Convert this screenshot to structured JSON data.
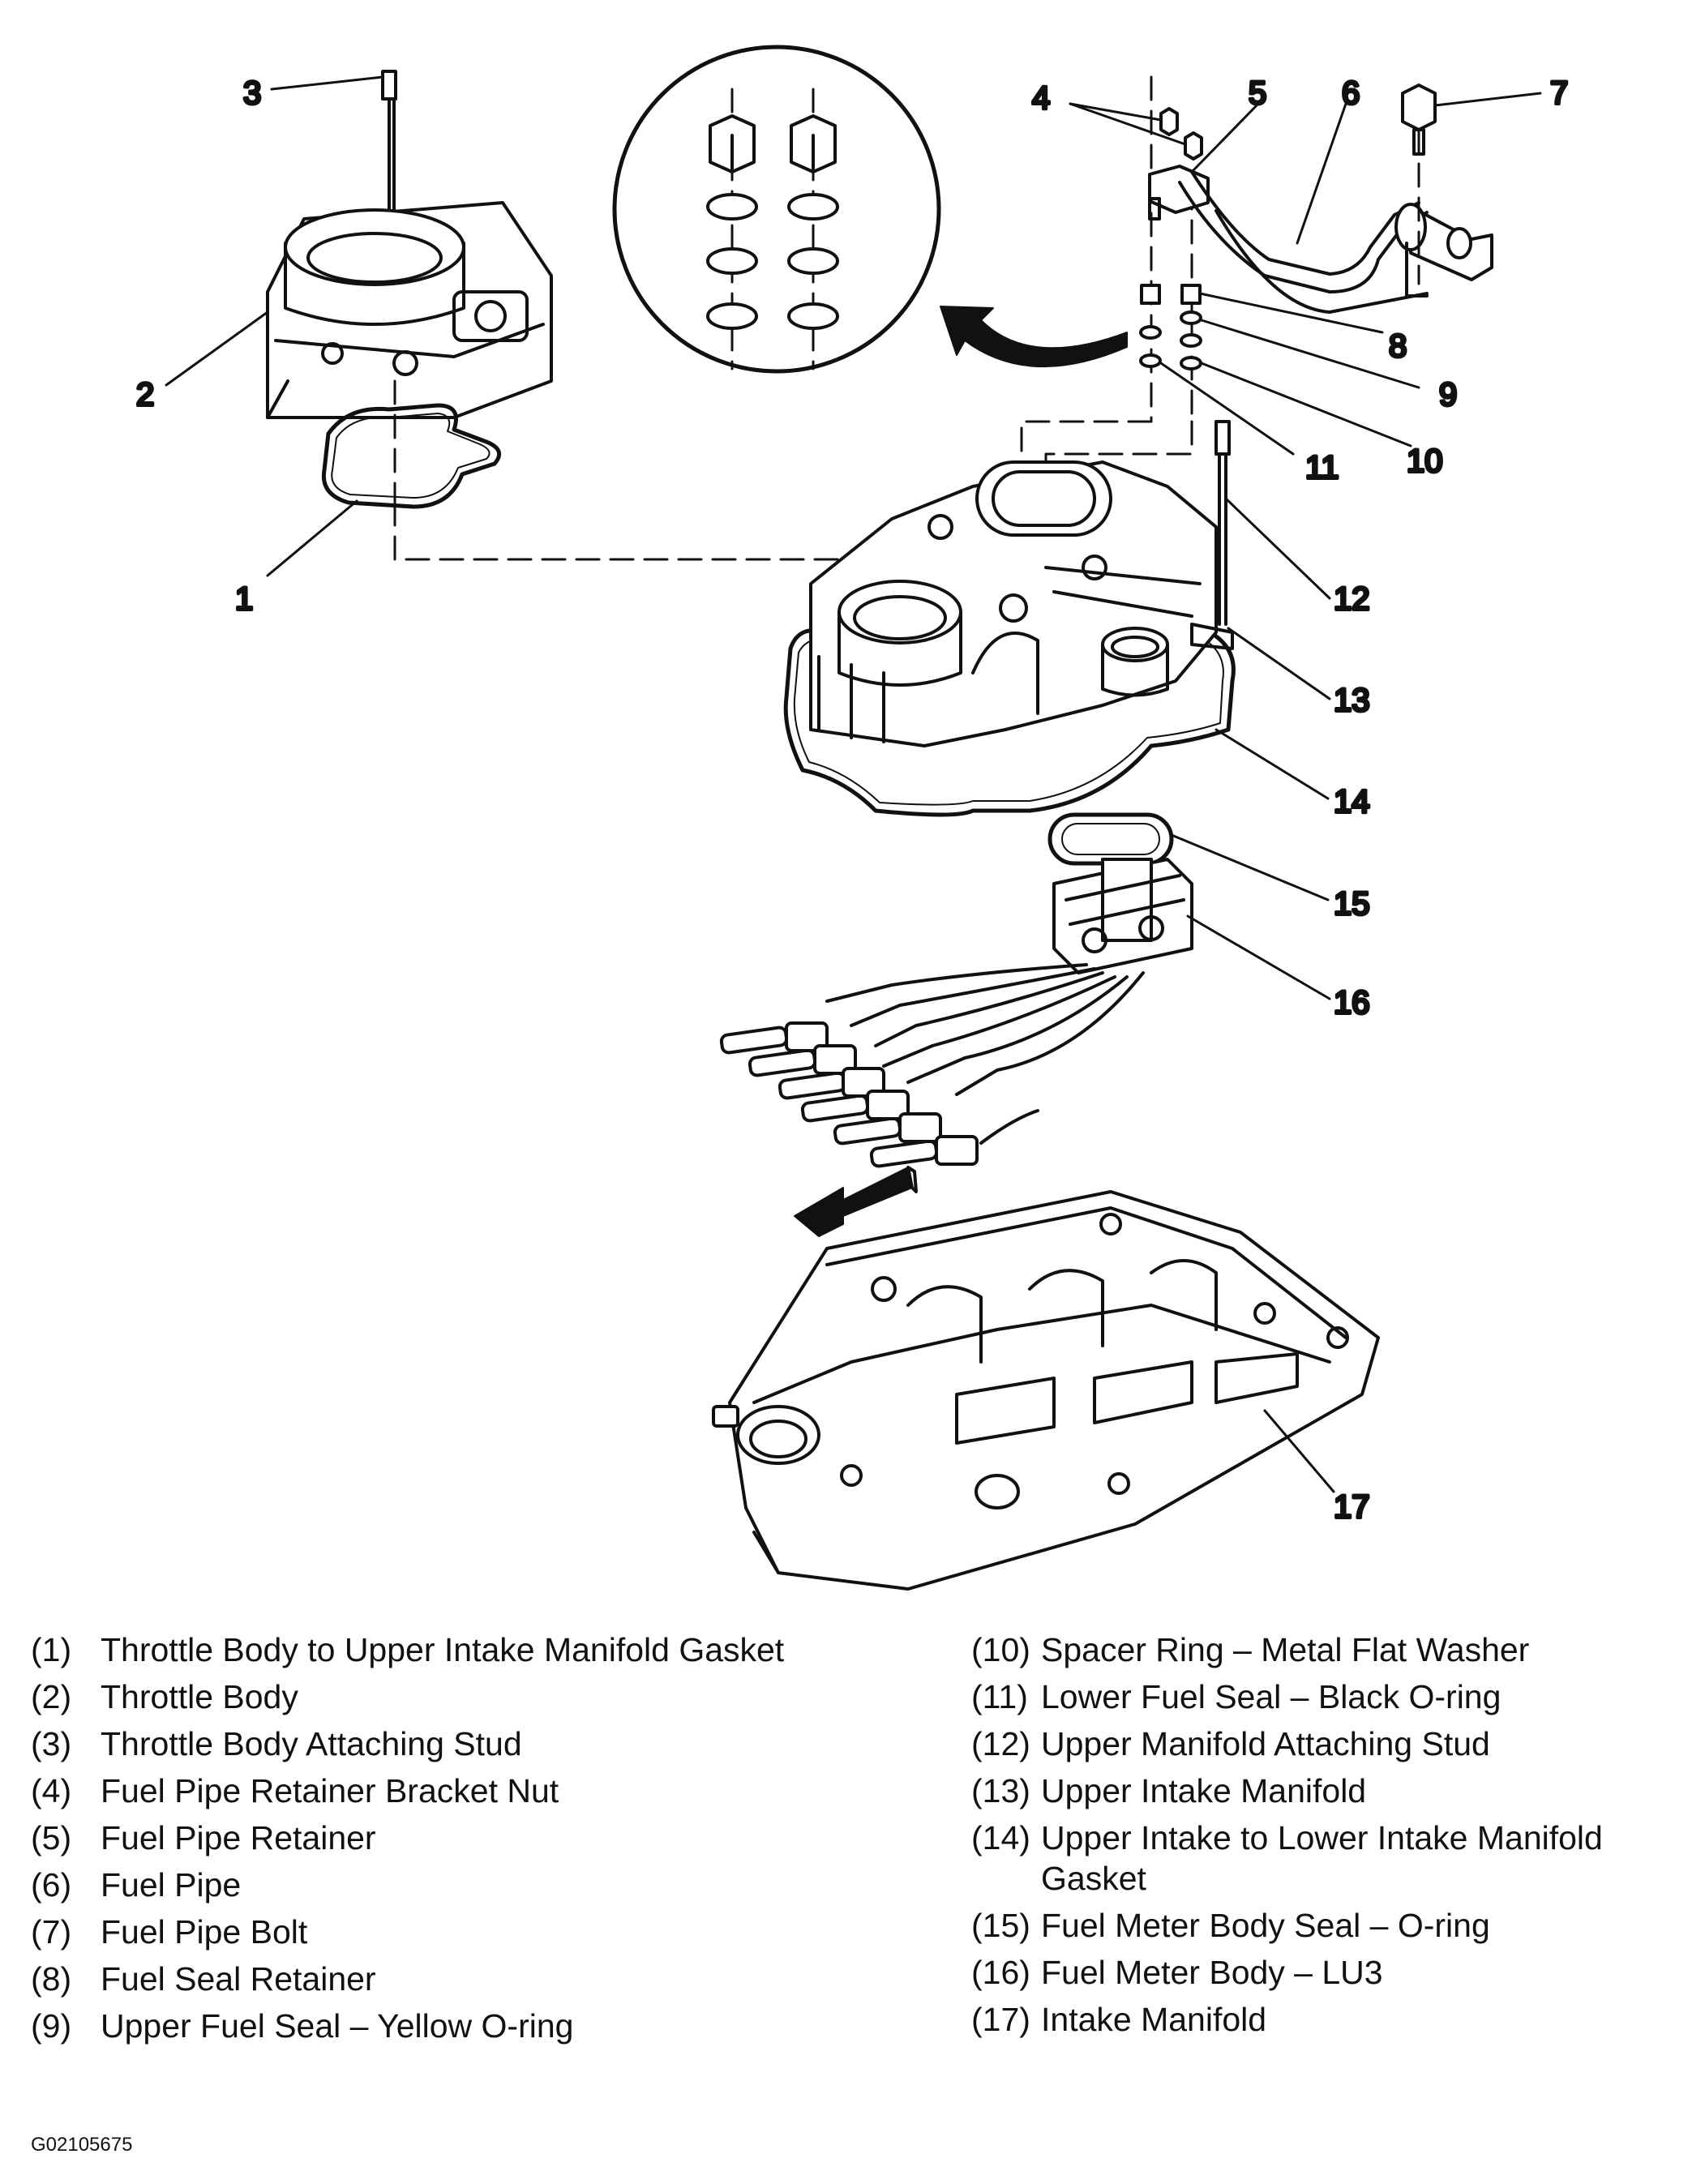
{
  "callouts": [
    "1",
    "2",
    "3",
    "4",
    "5",
    "6",
    "7",
    "8",
    "9",
    "10",
    "11",
    "12",
    "13",
    "14",
    "15",
    "16",
    "17"
  ],
  "legend": {
    "left": [
      {
        "num": "(1)",
        "text": "Throttle Body to Upper Intake Manifold Gasket"
      },
      {
        "num": "(2)",
        "text": "Throttle Body"
      },
      {
        "num": "(3)",
        "text": "Throttle Body Attaching Stud"
      },
      {
        "num": "(4)",
        "text": "Fuel Pipe Retainer Bracket Nut"
      },
      {
        "num": "(5)",
        "text": "Fuel Pipe Retainer"
      },
      {
        "num": "(6)",
        "text": "Fuel Pipe"
      },
      {
        "num": "(7)",
        "text": "Fuel Pipe Bolt"
      },
      {
        "num": "(8)",
        "text": "Fuel Seal Retainer"
      },
      {
        "num": "(9)",
        "text": "Upper Fuel Seal – Yellow O-ring"
      }
    ],
    "right": [
      {
        "num": "(10)",
        "text": "Spacer Ring – Metal Flat Washer"
      },
      {
        "num": "(11)",
        "text": "Lower Fuel Seal – Black O-ring"
      },
      {
        "num": "(12)",
        "text": "Upper Manifold Attaching Stud"
      },
      {
        "num": "(13)",
        "text": "Upper Intake Manifold"
      },
      {
        "num": "(14)",
        "text": "Upper Intake to Lower Intake Manifold Gasket"
      },
      {
        "num": "(15)",
        "text": "Fuel Meter Body Seal – O-ring"
      },
      {
        "num": "(16)",
        "text": "Fuel Meter Body – LU3"
      },
      {
        "num": "(17)",
        "text": "Intake Manifold"
      }
    ]
  },
  "figure_id": "G02105675"
}
